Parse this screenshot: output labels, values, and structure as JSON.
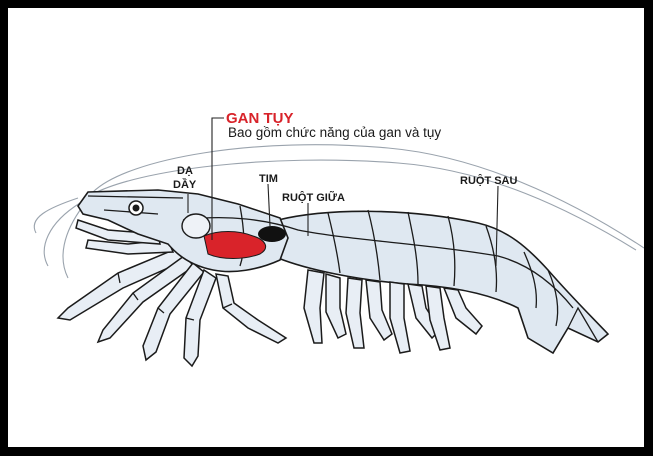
{
  "labels": {
    "hepatopancreas_title": "GAN TỤY",
    "hepatopancreas_desc": "Bao gồm chức năng của gan và tụy",
    "stomach_line1": "DẠ",
    "stomach_line2": "DẦY",
    "heart": "TIM",
    "midgut": "RUỘT GIỮA",
    "hindgut": "RUỘT SAU"
  },
  "colors": {
    "frame": "#000000",
    "background": "#ffffff",
    "title_red": "#d8232a",
    "organ_red": "#d9232a",
    "heart_black": "#111111",
    "body": "#dfe8f1"
  }
}
